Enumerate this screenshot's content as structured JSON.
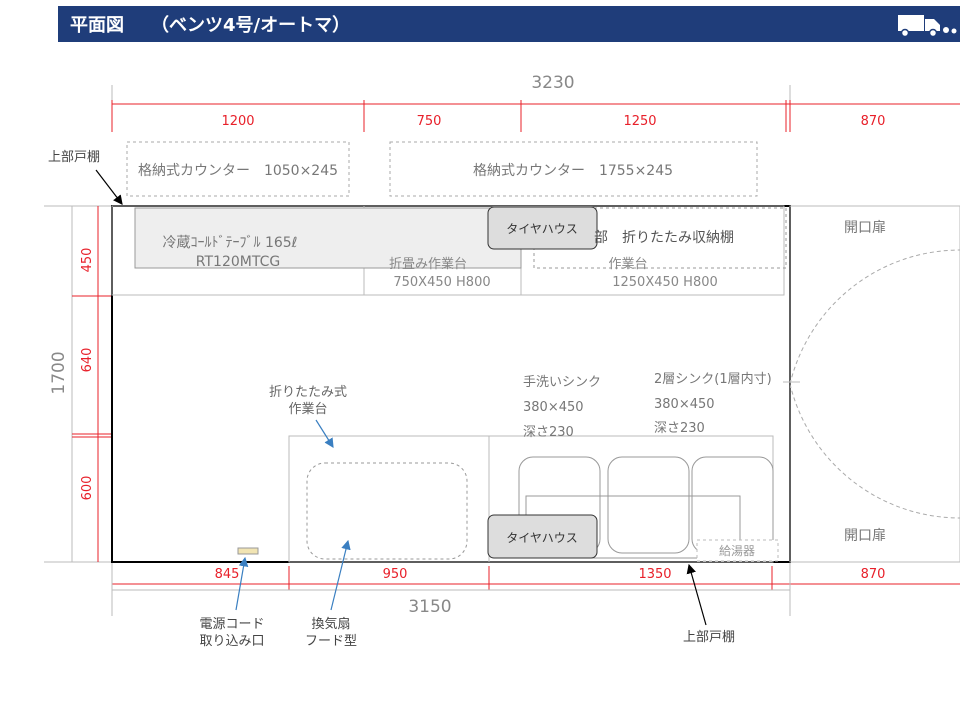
{
  "header": {
    "title": "平面図　　（ベンツ4号/オートマ）",
    "icon": "truck-icon",
    "bg_color": "#1f3d7a"
  },
  "dimensions": {
    "top_total": "3230",
    "top_segments": [
      "1200",
      "750",
      "1250",
      "870"
    ],
    "left_total": "1700",
    "left_segments": [
      "450",
      "640",
      "600"
    ],
    "bottom_total": "3150",
    "bottom_segments": [
      "845",
      "950",
      "1350",
      "870"
    ]
  },
  "labels": {
    "upper_cabinet_top": "上部戸棚",
    "counter_left": "格納式カウンター　1050×245",
    "counter_right": "格納式カウンター　1755×245",
    "fridge_line1": "冷蔵ｺｰﾙﾄﾞﾃｰﾌﾞﾙ 165ℓ",
    "fridge_line2": "RT120MTCG",
    "folding_table_line1": "折畳み作業台",
    "folding_table_line2": "750X450 H800",
    "tire_house_top": "タイヤハウス",
    "shelf_label": "部　折りたたみ収納棚",
    "work_table_line1": "作業台",
    "work_table_line2": "1250X450 H800",
    "door_top": "開口扉",
    "door_bottom": "開口扉",
    "folding_worktable_line1": "折りたたみ式",
    "folding_worktable_line2": "作業台",
    "hand_sink_line1": "手洗いシンク",
    "hand_sink_line2": "380×450",
    "hand_sink_line3": "深さ230",
    "double_sink_line1": "2層シンク(1層内寸)",
    "double_sink_line2": "380×450",
    "double_sink_line3": "深さ230",
    "tire_house_bottom": "タイヤハウス",
    "water_heater": "給湯器",
    "power_cord_line1": "電源コード",
    "power_cord_line2": "取り込み口",
    "fan_line1": "換気扇",
    "fan_line2": "フード型",
    "upper_cabinet_bottom": "上部戸棚"
  },
  "colors": {
    "dimension": "#e8202a",
    "total_dimension": "#888888",
    "outline": "#000000",
    "furniture": "#999999",
    "arrow_blue": "#3a7fc1"
  }
}
